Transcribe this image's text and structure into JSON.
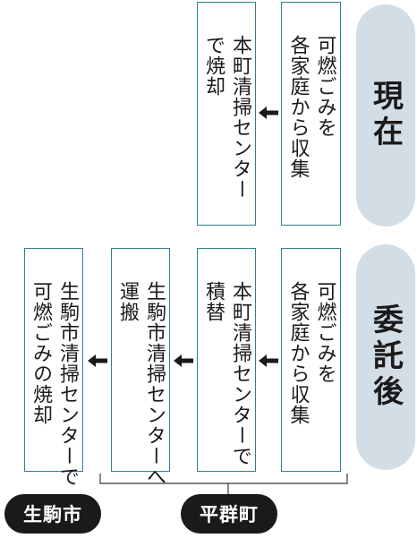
{
  "stages": {
    "current": {
      "label": "現在",
      "steps": [
        "可燃ごみを\n各家庭から収集",
        "本町清掃センター\nで焼却"
      ]
    },
    "after": {
      "label": "委託後",
      "steps": [
        "可燃ごみを\n各家庭から収集",
        "本町清掃センターで\n積替",
        "生駒市清掃センターへ\n運搬",
        "生駒市清掃センターで\n可燃ごみの焼却"
      ]
    }
  },
  "responsible": {
    "heiguri": "平群町",
    "ikoma": "生駒市"
  },
  "colors": {
    "box_border": "#2f7f8f",
    "label_bg": "#d3dde6",
    "oval_bg": "#1a1a1a"
  }
}
